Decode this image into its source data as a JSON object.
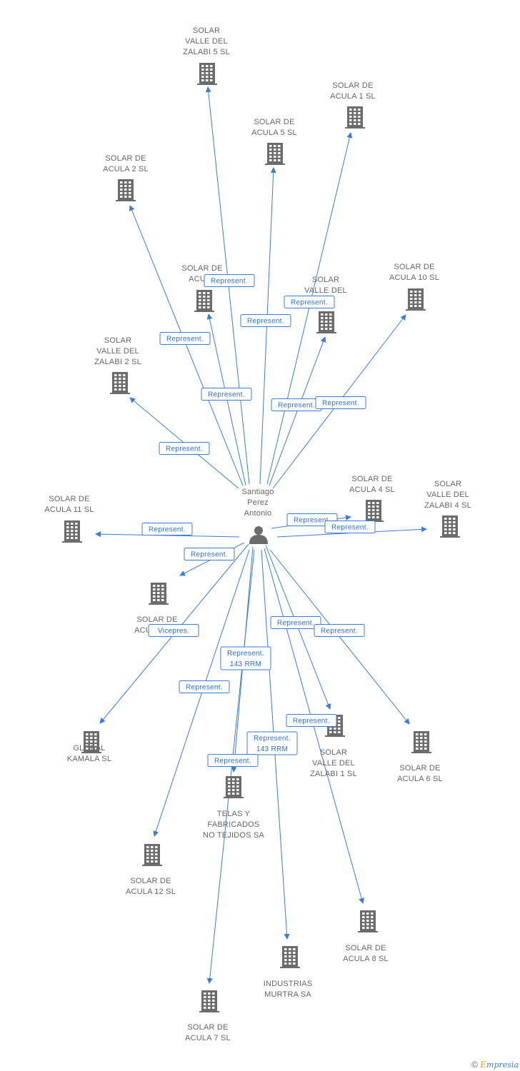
{
  "center": {
    "name_lines": [
      "Santiago",
      "Perez",
      "Antonio"
    ],
    "icon": "person-icon"
  },
  "nodes": [
    {
      "id": "zalabi5",
      "lines": [
        "SOLAR",
        "VALLE DEL",
        "ZALABI 5 SL"
      ]
    },
    {
      "id": "acula1",
      "lines": [
        "SOLAR DE",
        "ACULA 1 SL"
      ]
    },
    {
      "id": "acula5",
      "lines": [
        "SOLAR DE",
        "ACULA 5 SL"
      ]
    },
    {
      "id": "acula2",
      "lines": [
        "SOLAR DE",
        "ACULA 2 SL"
      ]
    },
    {
      "id": "acula3",
      "lines": [
        "SOLAR DE",
        "ACULA"
      ]
    },
    {
      "id": "zalabi3",
      "lines": [
        "SOLAR",
        "VALLE DEL",
        "SL"
      ]
    },
    {
      "id": "acula10",
      "lines": [
        "SOLAR DE",
        "ACULA 10 SL"
      ]
    },
    {
      "id": "zalabi2",
      "lines": [
        "SOLAR",
        "VALLE DEL",
        "ZALABI 2 SL"
      ]
    },
    {
      "id": "acula4",
      "lines": [
        "SOLAR DE",
        "ACULA 4 SL"
      ]
    },
    {
      "id": "zalabi4",
      "lines": [
        "SOLAR",
        "VALLE DEL",
        "ZALABI 4 SL"
      ]
    },
    {
      "id": "acula11",
      "lines": [
        "SOLAR DE",
        "ACULA 11 SL"
      ]
    },
    {
      "id": "acula9",
      "lines": [
        "SOLAR DE",
        "ACULA 9 SL"
      ]
    },
    {
      "id": "global",
      "lines": [
        "GLOBAL",
        "KAMALA SL"
      ]
    },
    {
      "id": "zalabi1",
      "lines": [
        "SOLAR",
        "VALLE DEL",
        "ZALABI 1 SL"
      ]
    },
    {
      "id": "acula6",
      "lines": [
        "SOLAR DE",
        "ACULA 6 SL"
      ]
    },
    {
      "id": "telas",
      "lines": [
        "TELAS Y",
        "FABRICADOS",
        "NO TEJIDOS SA"
      ]
    },
    {
      "id": "acula12",
      "lines": [
        "SOLAR DE",
        "ACULA 12 SL"
      ]
    },
    {
      "id": "acula8",
      "lines": [
        "SOLAR DE",
        "ACULA 8 SL"
      ]
    },
    {
      "id": "industrias",
      "lines": [
        "INDUSTRIAS",
        "MURTRA SA"
      ]
    },
    {
      "id": "acula7",
      "lines": [
        "SOLAR DE",
        "ACULA 7 SL"
      ]
    }
  ],
  "edges": [
    {
      "to": "zalabi5",
      "label": [
        "Represent."
      ]
    },
    {
      "to": "acula1",
      "label": [
        "Represent."
      ]
    },
    {
      "to": "acula5",
      "label": [
        "Represent."
      ]
    },
    {
      "to": "acula2",
      "label": [
        "Represent."
      ]
    },
    {
      "to": "acula3",
      "label": [
        "Represent."
      ]
    },
    {
      "to": "zalabi3",
      "label": [
        "Represent."
      ]
    },
    {
      "to": "acula10",
      "label": [
        "Represent."
      ]
    },
    {
      "to": "zalabi2",
      "label": [
        "Represent."
      ]
    },
    {
      "to": "acula4",
      "label": [
        "Represent."
      ]
    },
    {
      "to": "zalabi4",
      "label": [
        "Represent."
      ]
    },
    {
      "to": "acula11",
      "label": [
        "Represent."
      ]
    },
    {
      "to": "acula9",
      "label": [
        "Represent."
      ]
    },
    {
      "to": "global",
      "label": [
        "Vicepres."
      ]
    },
    {
      "to": "zalabi1",
      "label": [
        "Represent."
      ]
    },
    {
      "to": "acula6",
      "label": [
        "Represent."
      ]
    },
    {
      "to": "telas",
      "label": [
        "Represent.",
        "143 RRM"
      ]
    },
    {
      "to": "acula12",
      "label": [
        "Represent."
      ]
    },
    {
      "to": "acula8",
      "label": [
        "Represent."
      ]
    },
    {
      "to": "industrias",
      "label": [
        "Represent.",
        "143 RRM"
      ]
    },
    {
      "to": "acula7",
      "label": [
        "Represent."
      ]
    }
  ],
  "footer": {
    "copyright": "©",
    "brand_first": "E",
    "brand_rest": "mpresia"
  },
  "colors": {
    "edge": "#3b7dd8",
    "icon": "#6b6b6b",
    "label": "#666666"
  }
}
